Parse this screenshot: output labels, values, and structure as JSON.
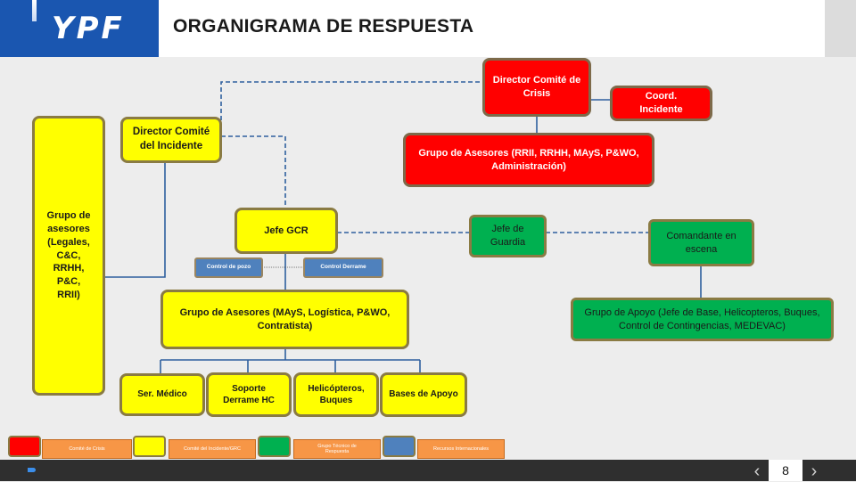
{
  "header": {
    "logo": "YPF",
    "title": "ORGANIGRAMA DE RESPUESTA"
  },
  "nodes": {
    "director_crisis": "Director Comité de Crisis",
    "coord_incidente": "Coord. Incidente",
    "asesores_crisis": "Grupo de Asesores (RRII, RRHH, MAyS, P&WO, Administración)",
    "director_incidente": "Director Comité del Incidente",
    "asesores_legales": "Grupo de asesores (Legales, C&C, RRHH, P&C, RRII)",
    "jefe_gcr": "Jefe GCR",
    "jefe_guardia": "Jefe de Guardia",
    "comandante": "Comandante en escena",
    "control_pozo": "Control de pozo",
    "control_derrame": "Control Derrame",
    "asesores_gcr": "Grupo de Asesores (MAyS, Logística, P&WO, Contratista)",
    "grupo_apoyo": "Grupo de Apoyo (Jefe de Base, Helicopteros, Buques, Control de Contingencias, MEDEVAC)",
    "ser_medico": "Ser. Médico",
    "soporte_derrame": "Soporte Derrame HC",
    "helicopteros": "Helicópteros, Buques",
    "bases_apoyo": "Bases de Apoyo"
  },
  "legend": [
    {
      "label": "Comité de Crisis",
      "color": "#ff0000"
    },
    {
      "label": "Comité del Incidente/GRC",
      "color": "#ffff00"
    },
    {
      "label": "Grupo Técnico de Respuesta",
      "color": "#00b050"
    },
    {
      "label": "Recursos Internacionales",
      "color": "#4f81bd"
    }
  ],
  "footer": {
    "page_number": "8",
    "prev_icon": "chevron-left",
    "next_icon": "chevron-right"
  }
}
